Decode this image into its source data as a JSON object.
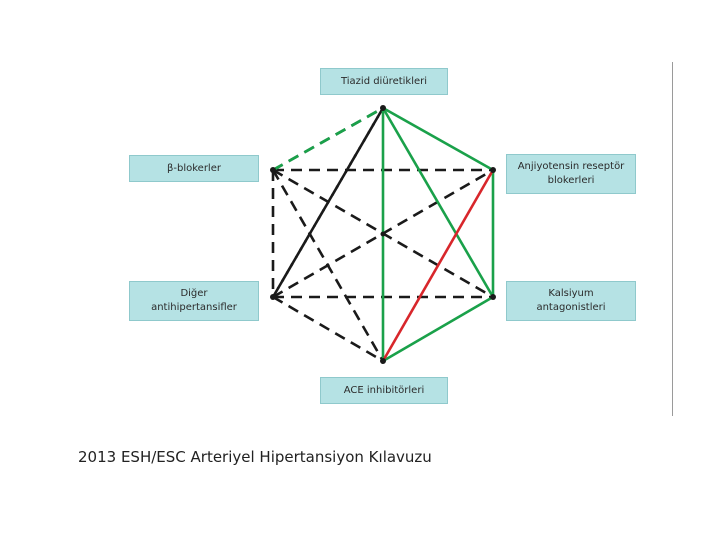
{
  "nodes": {
    "top": "Tiazid diüretikleri",
    "beta": "β-blokerler",
    "arb_line1": "Anjiyotensin reseptör",
    "arb_line2": "blokerleri",
    "other_line1": "Diğer",
    "other_line2": "antihipertansifler",
    "ccb_line1": "Kalsiyum",
    "ccb_line2": "antagonistleri",
    "ace": "ACE inhibitörleri"
  },
  "colors": {
    "green": "#1aa14a",
    "red": "#d8262b",
    "black": "#1a1a1a",
    "box": "#b5e2e4"
  },
  "caption": "2013 ESH/ESC Arteriyel Hipertansiyon Kılavuzu"
}
